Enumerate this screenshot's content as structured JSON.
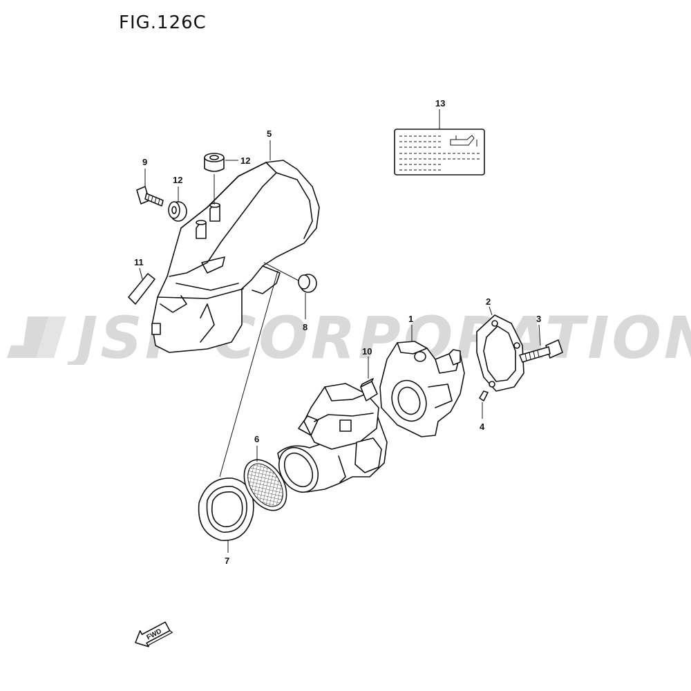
{
  "figure": {
    "title": "FIG.126C"
  },
  "watermark": {
    "text": "JSP CORPORATION"
  },
  "forward_arrow": {
    "label": "FWD"
  },
  "callouts": [
    {
      "id": "1",
      "label": "1"
    },
    {
      "id": "2",
      "label": "2"
    },
    {
      "id": "3",
      "label": "3"
    },
    {
      "id": "4",
      "label": "4"
    },
    {
      "id": "5",
      "label": "5"
    },
    {
      "id": "6",
      "label": "6"
    },
    {
      "id": "7",
      "label": "7"
    },
    {
      "id": "8",
      "label": "8"
    },
    {
      "id": "9",
      "label": "9"
    },
    {
      "id": "10",
      "label": "10"
    },
    {
      "id": "11",
      "label": "11"
    },
    {
      "id": "12a",
      "label": "12"
    },
    {
      "id": "12b",
      "label": "12"
    },
    {
      "id": "13",
      "label": "13"
    }
  ],
  "colors": {
    "line": "#111111",
    "watermark": "#d9d9d9",
    "background": "#ffffff"
  }
}
